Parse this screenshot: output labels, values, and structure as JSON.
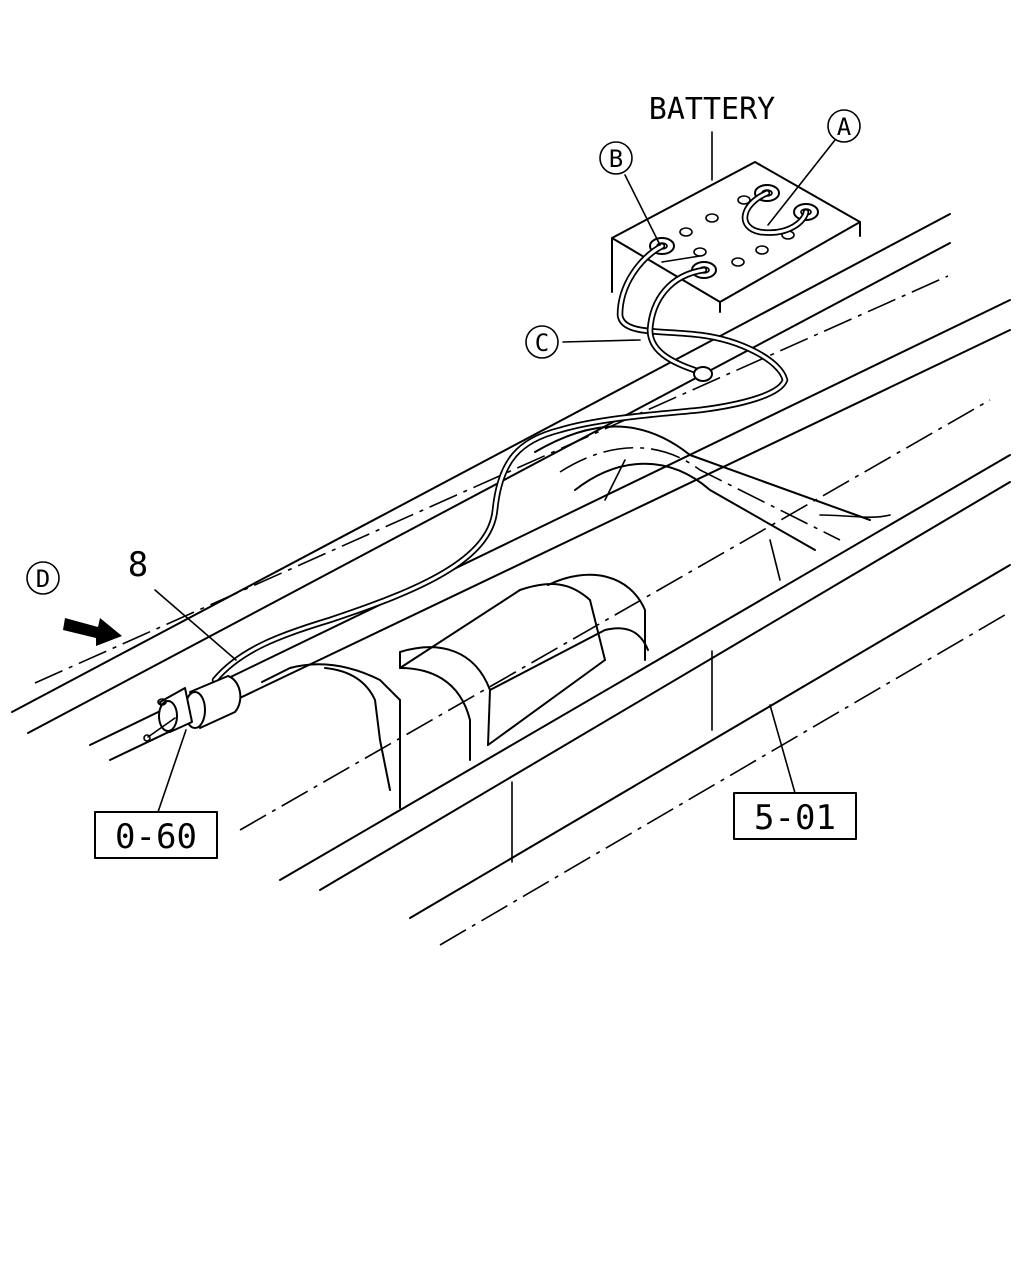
{
  "diagram": {
    "labels": {
      "battery": "BATTERY",
      "callout_a": "A",
      "callout_b": "B",
      "callout_c": "C",
      "callout_d": "D",
      "part_number": "8",
      "ref_connector": "0-60",
      "ref_frame": "5-01"
    }
  }
}
